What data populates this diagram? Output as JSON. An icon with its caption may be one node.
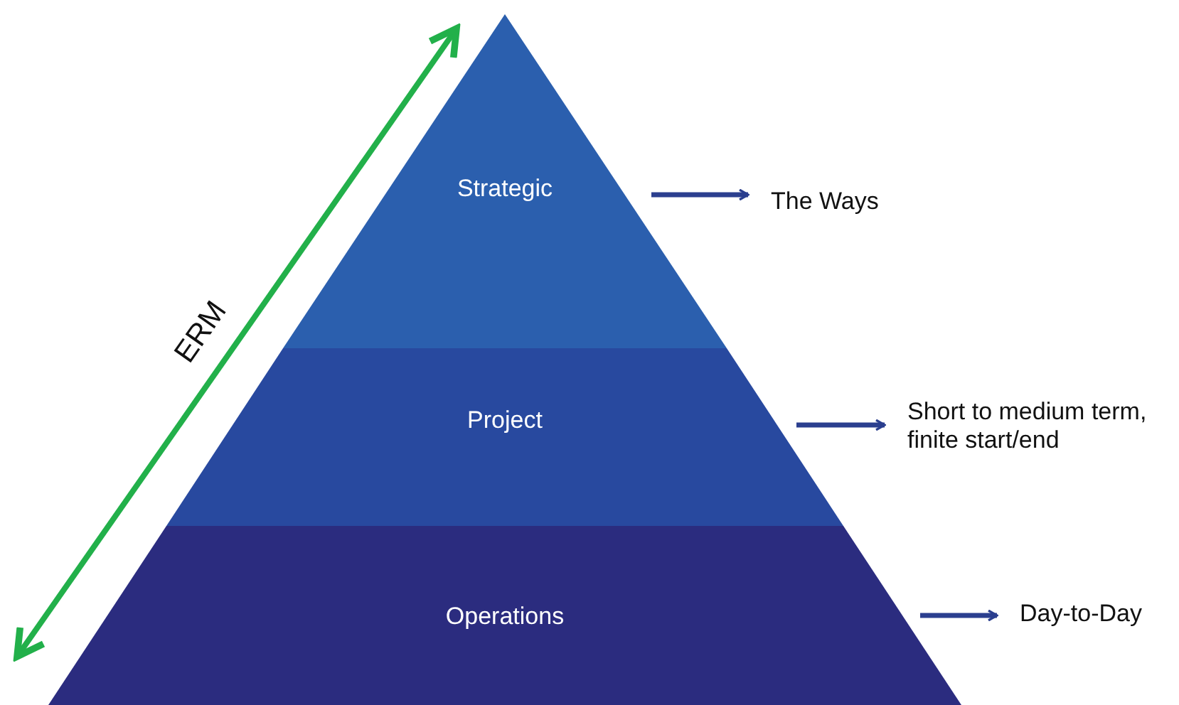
{
  "diagram": {
    "nodes": [
      {
        "text": [
          "Strategic"
        ]
      },
      {
        "text": [
          "Project"
        ]
      },
      {
        "text": [
          "Operations"
        ]
      },
      {
        "text": [
          "The Ways"
        ]
      },
      {
        "text": [
          "Short to medium term, finite start/end"
        ]
      },
      {
        "text": [
          "Day-to-Day"
        ]
      }
    ],
    "edges": [
      {
        "from": 0,
        "to": 3,
        "arrow": "to"
      },
      {
        "from": 1,
        "to": 4,
        "arrow": "to"
      },
      {
        "from": 2,
        "to": 5,
        "arrow": "to"
      }
    ],
    "labels": [
      "ERM"
    ]
  }
}
